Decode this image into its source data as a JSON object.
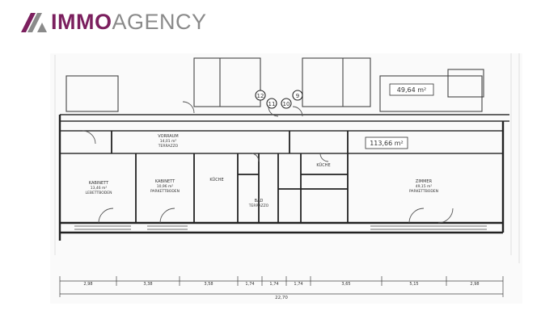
{
  "brand": {
    "name_part1": "IMMO",
    "name_part2": "AGENCY",
    "icon": "immoagency-logo-icon",
    "colors": {
      "primary": "#7b1f5e",
      "secondary": "#8a8a8a"
    }
  },
  "floorplan": {
    "areas": {
      "top_right": "49,64 m²",
      "center": "113,66 m²"
    },
    "unit_numbers": [
      "12",
      "11",
      "10",
      "9"
    ],
    "rooms": [
      {
        "name": "KABINETT",
        "size": "13,46 m²",
        "floor": "LEBETTBODEN"
      },
      {
        "name": "KABINETT",
        "size": "10,96 m²",
        "floor": "PARKETTBODEN"
      },
      {
        "name": "VORRAUM",
        "size": "14,01 m²",
        "floor": "TERRAZZO"
      },
      {
        "name": "KÜCHE",
        "size": "",
        "floor": ""
      },
      {
        "name": "BAD",
        "size": "",
        "floor": "TERRAZZO"
      },
      {
        "name": "ZIMMER",
        "size": "49,15 m²",
        "floor": "PARKETTBODEN"
      },
      {
        "name": "KÜCHE",
        "size": "",
        "floor": ""
      }
    ],
    "dimensions_bottom": [
      "2,98",
      "3,38",
      "3,58",
      "1,74",
      "1,74",
      "1,74",
      "3,65",
      "5,15",
      "2,98"
    ],
    "dimension_total": "22,70"
  }
}
